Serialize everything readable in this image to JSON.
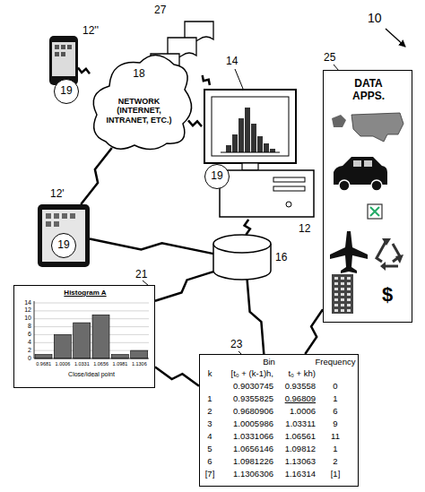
{
  "diagram": {
    "nodes": [
      {
        "text": [
          "27"
        ]
      },
      {
        "text": [
          "12''"
        ]
      },
      {
        "text": [
          "19"
        ],
        "in": 1
      },
      {
        "text": [
          "18",
          "NETWORK (INTERNET, INTRANET, ETC.)"
        ]
      },
      {
        "text": [
          "12"
        ]
      },
      {
        "text": [
          "19"
        ],
        "in": 4
      },
      {
        "text": [
          "25",
          "DATA APPS."
        ]
      },
      {
        "text": [
          "12'"
        ]
      },
      {
        "text": [
          "19"
        ],
        "in": 7
      },
      {
        "text": [
          "16"
        ]
      },
      {
        "text": [
          "21",
          "Histogram A"
        ]
      },
      {
        "text": [
          "23"
        ]
      }
    ],
    "edges": [
      {
        "from": 0,
        "to": 4,
        "arrow": "none"
      },
      {
        "from": 1,
        "to": 3,
        "arrow": "none"
      },
      {
        "from": 3,
        "to": 4,
        "arrow": "none"
      },
      {
        "from": 7,
        "to": 3,
        "arrow": "none"
      },
      {
        "from": 7,
        "to": 9,
        "arrow": "none"
      },
      {
        "from": 4,
        "to": 9,
        "arrow": "none"
      },
      {
        "from": 9,
        "to": 10,
        "arrow": "none"
      },
      {
        "from": 9,
        "to": 11,
        "arrow": "none"
      },
      {
        "from": 10,
        "to": 11,
        "arrow": "none"
      },
      {
        "from": 6,
        "to": 11,
        "arrow": "none"
      }
    ],
    "labels": [
      "10",
      "14",
      "$",
      "0",
      "2",
      "4",
      "6",
      "8",
      "10",
      "12",
      "14",
      "0.9681",
      "1.0006",
      "1.0331",
      "1.0656",
      "1.0981",
      "1.1306",
      "Close/ideal point",
      "Bin",
      "Frequency",
      "k",
      "[t₀ + (k-1)h,",
      "t₀ + kh)",
      "0.9030745",
      "0.93558",
      "0",
      "1",
      "0.9355825",
      "0.96809",
      "1",
      "2",
      "0.9680906",
      "1.0006",
      "6",
      "3",
      "1.0005986",
      "1.03311",
      "9",
      "4",
      "1.0331066",
      "1.06561",
      "11",
      "5",
      "1.0656146",
      "1.09812",
      "1",
      "6",
      "1.0981226",
      "1.13063",
      "2",
      "[7]",
      "1.1306306",
      "1.16314",
      "[1]"
    ]
  }
}
